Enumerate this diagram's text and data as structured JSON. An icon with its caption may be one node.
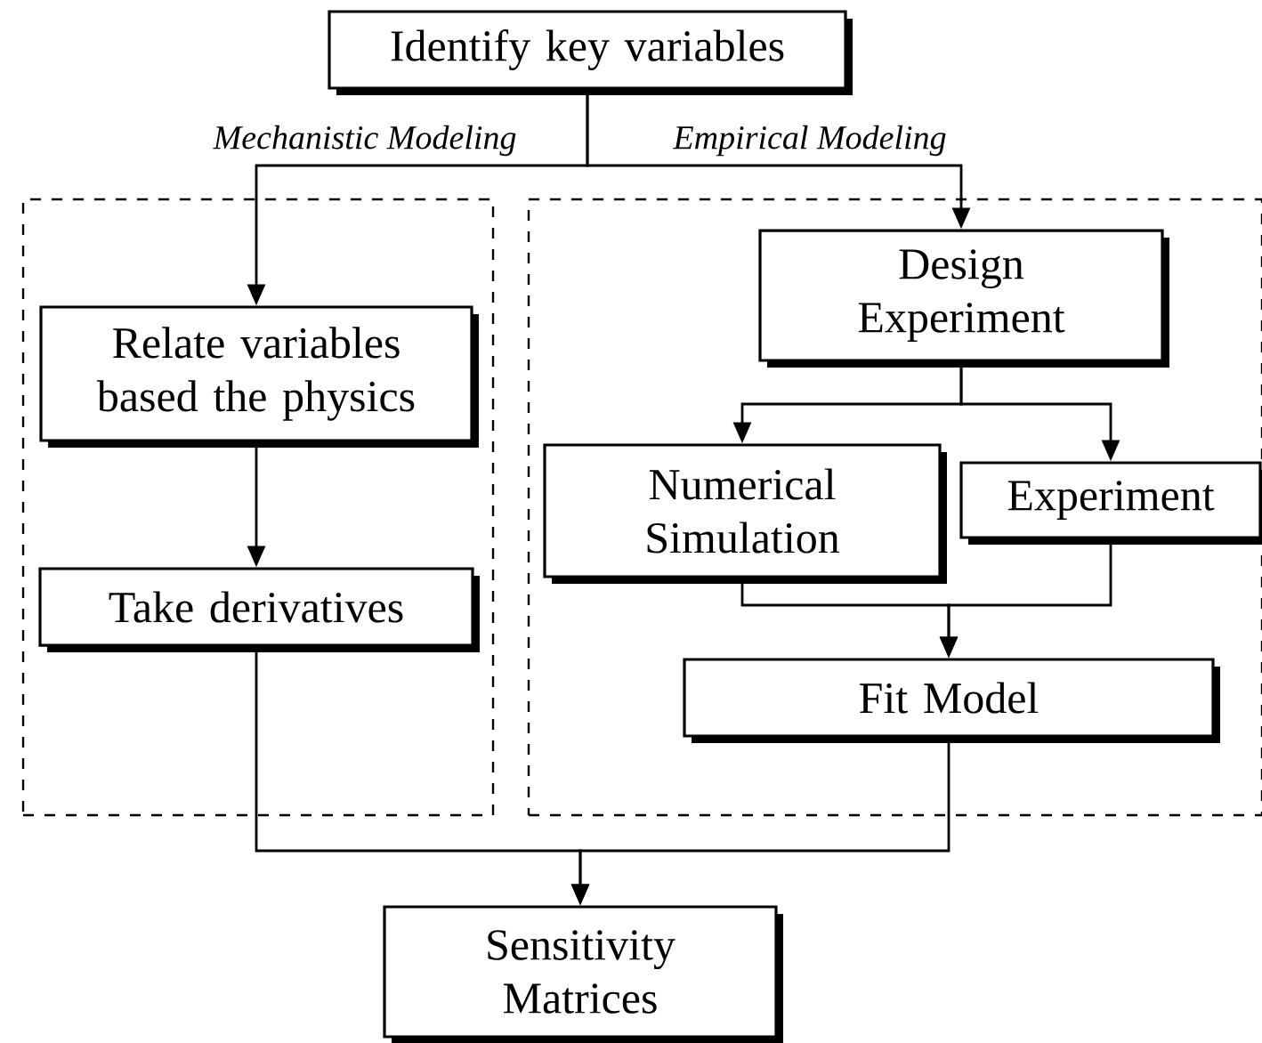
{
  "diagram": {
    "nodes": [
      {
        "text": [
          "Identify key variables"
        ]
      },
      {
        "text": [],
        "shape": "box"
      },
      {
        "text": [],
        "shape": "box"
      },
      {
        "text": [
          "Relate variables based the physics"
        ],
        "in": 1
      },
      {
        "text": [
          "Take derivatives"
        ],
        "in": 1
      },
      {
        "text": [
          "Design Experiment"
        ],
        "in": 2
      },
      {
        "text": [
          "Numerical Simulation"
        ],
        "in": 2
      },
      {
        "text": [
          "Experiment"
        ],
        "in": 2
      },
      {
        "text": [
          "Fit Model"
        ],
        "in": 2
      },
      {
        "text": [
          "Sensitivity Matrices"
        ]
      }
    ],
    "edges": [
      {
        "from": 0,
        "to": 3,
        "arrow": "to",
        "label": "Mechanistic Modeling"
      },
      {
        "from": 0,
        "to": 5,
        "arrow": "to",
        "label": "Empirical Modeling"
      },
      {
        "from": 3,
        "to": 4,
        "arrow": "to"
      },
      {
        "from": 5,
        "to": 6,
        "arrow": "to"
      },
      {
        "from": 5,
        "to": 7,
        "arrow": "to"
      },
      {
        "from": 6,
        "to": 8,
        "arrow": "to"
      },
      {
        "from": 7,
        "to": 8,
        "arrow": "to"
      },
      {
        "from": 4,
        "to": 9,
        "arrow": "to"
      },
      {
        "from": 8,
        "to": 9,
        "arrow": "to"
      }
    ]
  }
}
